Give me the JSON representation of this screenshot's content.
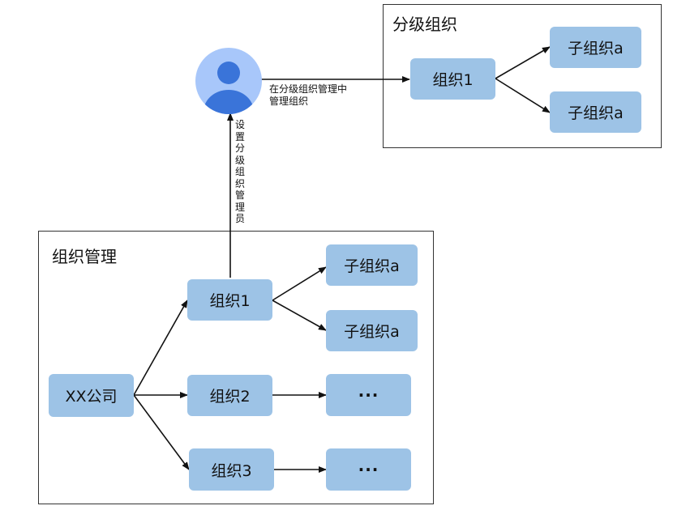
{
  "frames": {
    "tiered": {
      "title": "分级组织"
    },
    "management": {
      "title": "组织管理"
    }
  },
  "nodes": {
    "tiered_org1": "组织1",
    "tiered_sub_a_1": "子组织a",
    "tiered_sub_a_2": "子组织a",
    "company": "XX公司",
    "org1": "组织1",
    "org2": "组织2",
    "org3": "组织3",
    "org1_sub_a_1": "子组织a",
    "org1_sub_a_2": "子组织a",
    "org2_more": "···",
    "org3_more": "···"
  },
  "labels": {
    "manage_in_tiered": "在分级组织管理中管理组织",
    "set_tiered_admin": "设置分级组织管理员"
  },
  "colors": {
    "node_fill": "#9dc3e6",
    "avatar_bg": "#a8c7fa",
    "avatar_fg": "#3a74d9",
    "line": "#111111"
  },
  "icons": {
    "admin": "user-avatar-icon"
  }
}
